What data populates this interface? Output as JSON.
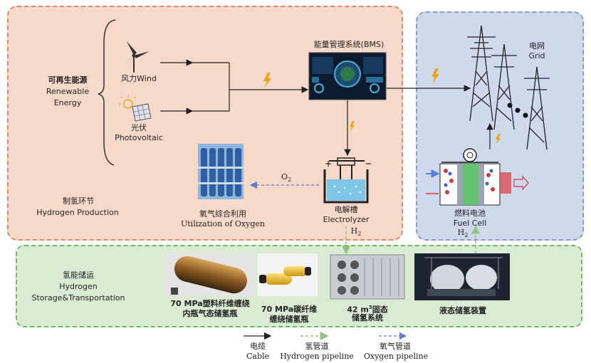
{
  "production": {
    "renewable": {
      "zh": "可再生能源",
      "en1": "Renewable",
      "en2": "Energy"
    },
    "wind": "风力Wind",
    "pv_zh": "光伏",
    "pv_en": "Photovoltaic",
    "bms": "能量管理系统(BMS)",
    "oxygen_zh": "氧气综合利用",
    "oxygen_en": "Utilization of Oxygen",
    "o2": "O",
    "o2_sub": "2",
    "electrolyzer_zh": "电解槽",
    "electrolyzer_en": "Electrolyzer",
    "h2_a": "H",
    "h2_a_sub": "2",
    "section_zh": "制氢环节",
    "section_en": "Hydrogen Production"
  },
  "grid": {
    "zh": "电网",
    "en": "Grid",
    "fuel_zh": "燃料电池",
    "fuel_en": "Fuel Cell",
    "h2_b": "H",
    "h2_b_sub": "2"
  },
  "storage": {
    "section_zh": "氢能储运",
    "section_en1": "Hydrogen",
    "section_en2": "Storage&Transportation",
    "item1_l1": "70 MPa塑料纤维缠绕",
    "item1_l2": "内瓶气态储氢瓶",
    "item2_l1": "70 MPa碳纤维",
    "item2_l2": "缠绕储氢瓶",
    "item3_l1a": "42 m",
    "item3_sup": "3",
    "item3_l1b": "固态",
    "item3_l2": "储氢系统",
    "item4": "液态储氢装置"
  },
  "legend": {
    "cable_zh": "电缆",
    "cable_en": "Cable",
    "h2_zh": "氢管道",
    "h2_en": "Hydrogen pipeline",
    "o2_zh": "氧气管道",
    "o2_en": "Oxygen pipeline"
  },
  "colors": {
    "production_bg": "#f7d9c9",
    "grid_bg": "#cfd9ec",
    "storage_bg": "#d9ecd3",
    "hydrogen_line": "#8fc47c",
    "oxygen_line": "#5a7ed0",
    "lightning": "#e8a317"
  }
}
